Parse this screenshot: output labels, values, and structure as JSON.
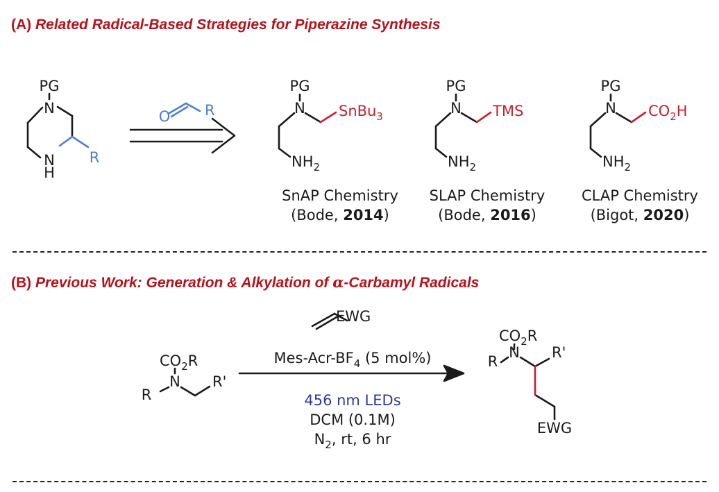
{
  "section_a": {
    "label": "(A)",
    "title": "Related Radical-Based Strategies for Piperazine Synthesis",
    "piperazine": {
      "pg": "PG",
      "n_top": "N",
      "n_bottom": "N",
      "h": "H",
      "r": "R"
    },
    "aldehyde": {
      "o": "O",
      "r": "R"
    },
    "reagents": [
      {
        "pg": "PG",
        "n": "N",
        "group": "SnBu",
        "group_sub": "3",
        "group_tail": "",
        "amine": "NH",
        "amine_sub": "2",
        "name": "SnAP Chemistry",
        "author": "(Bode, ",
        "year": "2014",
        "close": ")"
      },
      {
        "pg": "PG",
        "n": "N",
        "group": "TMS",
        "group_sub": "",
        "group_tail": "",
        "amine": "NH",
        "amine_sub": "2",
        "name": "SLAP Chemistry",
        "author": "(Bode, ",
        "year": "2016",
        "close": ")"
      },
      {
        "pg": "PG",
        "n": "N",
        "group": "CO",
        "group_sub": "2",
        "group_tail": "H",
        "amine": "NH",
        "amine_sub": "2",
        "name": "CLAP Chemistry",
        "author": "(Bigot, ",
        "year": "2020",
        "close": ")"
      }
    ]
  },
  "section_b": {
    "label": "(B)",
    "title_pre": "Previous Work: Generation & Alkylation of ",
    "alpha": "α",
    "title_post": "-Carbamyl Radicals",
    "start": {
      "co2r_main": "CO",
      "co2r_sub": "2",
      "co2r_tail": "R",
      "n": "N",
      "r": "R",
      "rprime": "R'"
    },
    "alkene": {
      "ewg": "EWG"
    },
    "conditions": {
      "catalyst_main": "Mes-Acr-BF",
      "catalyst_sub": "4",
      "catalyst_tail": " (5 mol%)",
      "light": "456 nm LEDs",
      "solvent": "DCM (0.1M)",
      "atm_main": "N",
      "atm_sub": "2",
      "atm_tail": ", rt, 6 hr"
    },
    "product": {
      "co2r_main": "CO",
      "co2r_sub": "2",
      "co2r_tail": "R",
      "n": "N",
      "r": "R",
      "rprime": "R'",
      "ewg": "EWG"
    }
  },
  "colors": {
    "title_red": "#b5121b",
    "blue": "#4a7fcf",
    "red": "#c8202c",
    "light_blue": "#2e3a9f",
    "ink": "#1a1a1a"
  }
}
